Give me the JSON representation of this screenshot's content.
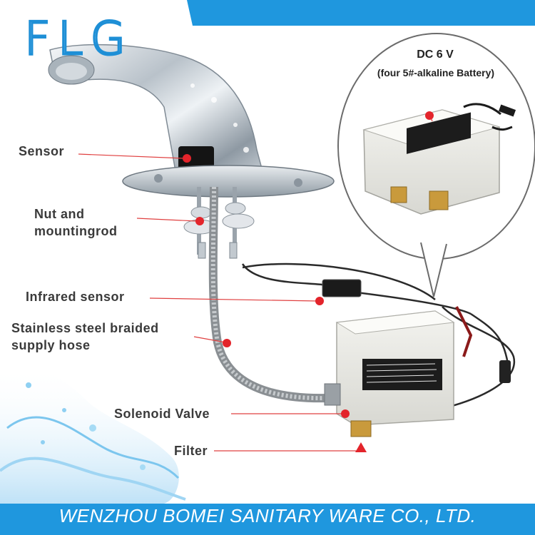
{
  "brand": {
    "logo_text": "FLG"
  },
  "labels": {
    "sensor": "Sensor",
    "nut_line1": "Nut and",
    "nut_line2": "mountingrod",
    "infrared": "Infrared sensor",
    "hose_line1": "Stainless steel braided",
    "hose_line2": "supply hose",
    "solenoid": "Solenoid Valve",
    "filter": "Filter"
  },
  "inset": {
    "title": "DC 6 V",
    "subtitle": "(four 5#-alkaline Battery)"
  },
  "footer": {
    "company": "WENZHOU BOMEI SANITARY WARE CO., LTD."
  },
  "colors": {
    "brand_blue": "#1e8fd6",
    "footer_blue": "#1f97de",
    "marker_red": "#e3242b",
    "label_text": "#3a3a3a"
  }
}
